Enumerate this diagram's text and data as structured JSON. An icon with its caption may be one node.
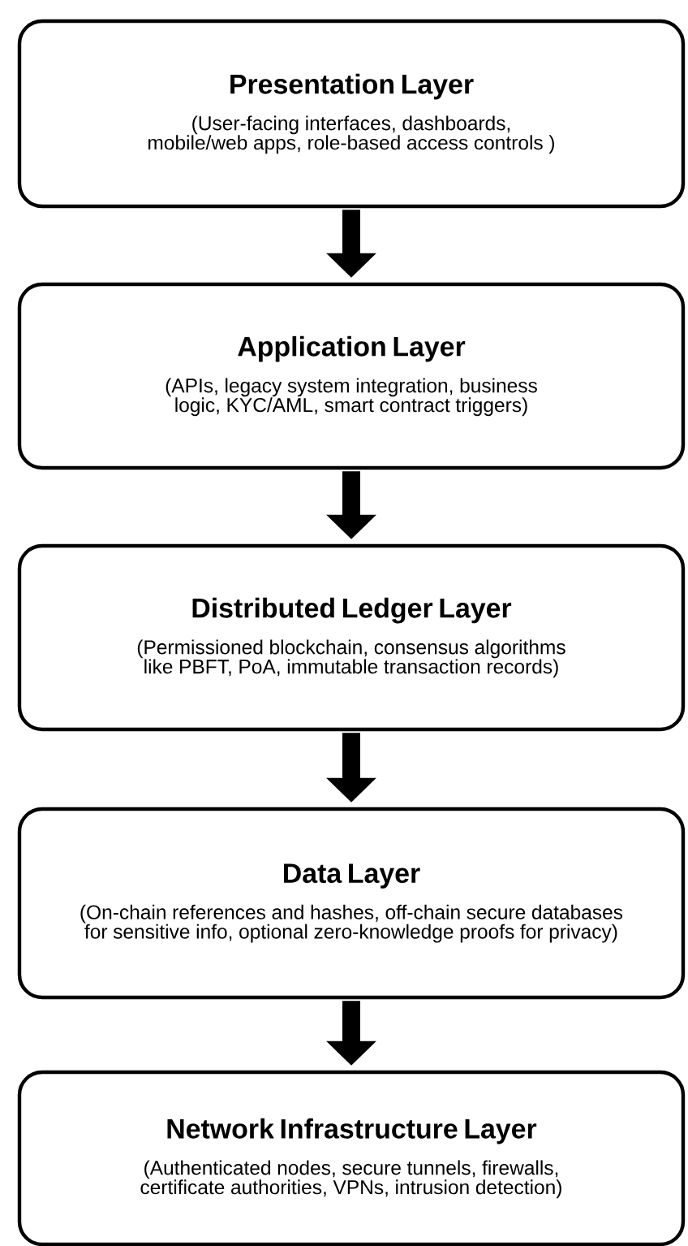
{
  "diagram": {
    "nodes": [
      {
        "text": [
          "Presentation Layer",
          "(User-facing interfaces, dashboards, mobile/web apps, role-based access controls )"
        ]
      },
      {
        "text": [
          "Application Layer",
          "(APIs, legacy system integration, business logic, KYC/AML, smart contract triggers)"
        ]
      },
      {
        "text": [
          "Distributed Ledger Layer",
          "(Permissioned blockchain, consensus algorithms like PBFT, PoA, immutable transaction records)"
        ]
      },
      {
        "text": [
          "Data Layer",
          "(On-chain references and hashes, off-chain secure databases for sensitive info, optional zero-knowledge proofs for privacy)"
        ]
      },
      {
        "text": [
          "Network Infrastructure Layer",
          "(Authenticated nodes, secure tunnels, firewalls, certificate authorities, VPNs, intrusion detection)"
        ]
      }
    ],
    "edges": [
      {
        "from": 0,
        "to": 1,
        "arrow": "to"
      },
      {
        "from": 1,
        "to": 2,
        "arrow": "to"
      },
      {
        "from": 2,
        "to": 3,
        "arrow": "to"
      },
      {
        "from": 3,
        "to": 4,
        "arrow": "to"
      }
    ]
  }
}
